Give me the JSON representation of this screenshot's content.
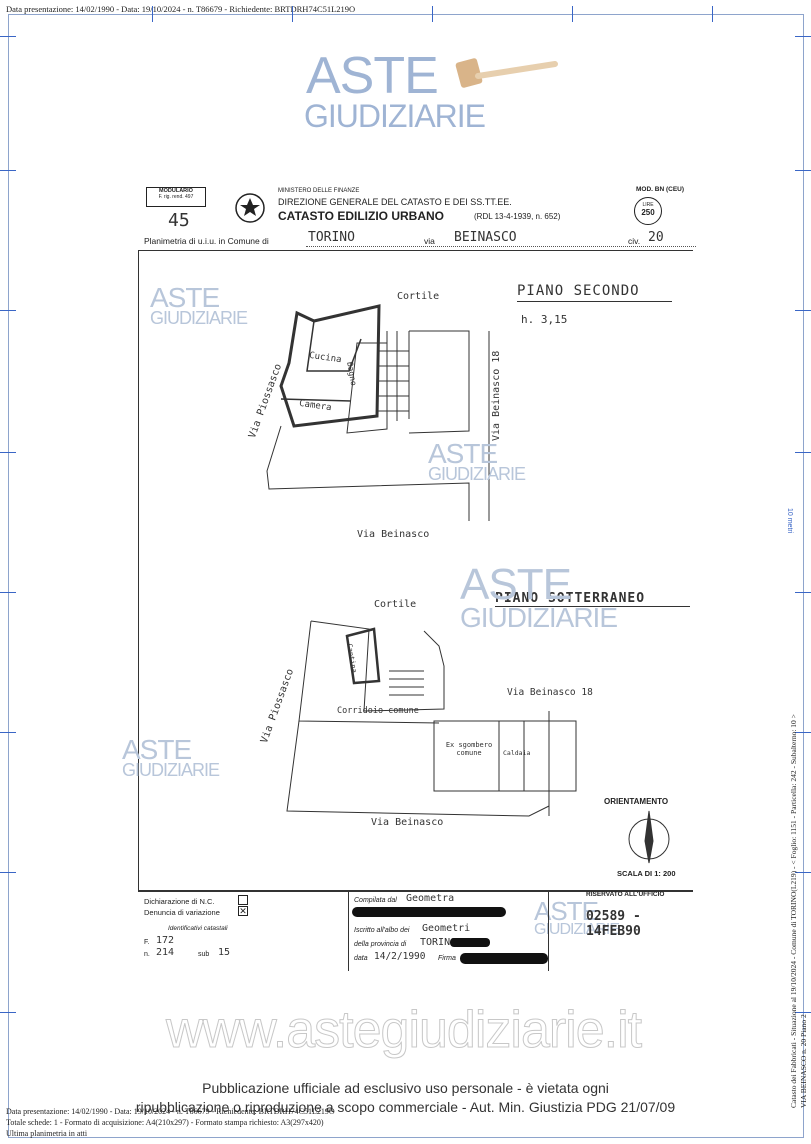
{
  "header": {
    "presentation": "Data presentazione: 14/02/1990 - Data: 19/10/2024 - n. T86679 - Richiedente: BRTDRH74C51L219O"
  },
  "watermark": {
    "line1": "ASTE",
    "line2": "GIUDIZIARIE",
    "site": "www.astegiudiziarie.it"
  },
  "form": {
    "modulario": "MODULARIO",
    "modulario_sub": "F. rig. rend. 497",
    "number": "45",
    "ministry": "MINISTERO DELLE FINANZE",
    "direction": "DIREZIONE GENERALE DEL CATASTO E DEI SS.TT.EE.",
    "title": "CATASTO EDILIZIO URBANO",
    "title_note": "(RDL 13-4-1939, n. 652)",
    "mod": "MOD. BN (CEU)",
    "lire_label": "LIRE",
    "lire_value": "250",
    "planimetria_label": "Planimetria di u.i.u. in Comune di",
    "comune": "TORINO",
    "via_label": "via",
    "via": "BEINASCO",
    "civ_label": "civ.",
    "civ": "20"
  },
  "plan": {
    "floor1": "PIANO SECONDO",
    "height": "h. 3,15",
    "cortile1": "Cortile",
    "cucina": "Cucina",
    "bagno": "Bagno",
    "camera": "Camera",
    "via_piossasco1": "Via Piossasco",
    "via_beinasco18_v": "Via Beinasco 18",
    "via_beinasco1": "Via Beinasco",
    "floor2": "PIANO SOTTERRANEO",
    "cortile2": "Cortile",
    "cantina": "Cantina",
    "corridoio": "Corridoio comune",
    "ex_sgombero": "Ex sgombero comune",
    "caldaia": "Caldaia",
    "via_piossasco2": "Via Piossasco",
    "via_beinasco18_h": "Via Beinasco 18",
    "via_beinasco2": "Via Beinasco",
    "orientamento": "ORIENTAMENTO",
    "scala": "SCALA DI 1: 200"
  },
  "bottom": {
    "dichiarazione": "Dichiarazione di N.C.",
    "denuncia": "Denuncia di variazione",
    "identificativi": "Identificativi catastali",
    "f_label": "F.",
    "f_value": "172",
    "n_label": "n.",
    "n_value": "214",
    "sub_label": "sub",
    "sub_value": "15",
    "compilata_label": "Compilata dal",
    "compilata_value": "Geometra",
    "iscritto_label": "Iscritto all'albo dei",
    "iscritto_value": "Geometri",
    "provincia_label": "della provincia di",
    "provincia_value": "TORINO",
    "data_label": "data",
    "data_value": "14/2/1990",
    "firma_label": "Firma",
    "riservato": "RISERVATO ALL'UFFICIO",
    "stamp": "02589 - 14FEB90"
  },
  "side": {
    "right_scale": "10 metri",
    "right_info": "Catasto dei Fabbricati - Situazione al 19/10/2024 - Comune di TORINO(L219) - < Foglio: 1151 - Particella: 242 - Subalterno: 10 >",
    "right_info2": "VIA BEINASCO n. 20 Piano 2"
  },
  "footer": {
    "line1": "Pubblicazione ufficiale ad esclusivo uso personale - è vietata ogni",
    "line2": "ripubblicazione o riproduzione a scopo commerciale - Aut. Min. Giustizia PDG 21/07/09"
  },
  "meta": {
    "line1": "Data presentazione: 14/02/1990 - Data: 19/10/2024 - n. T86679 - Richiedente: BRTDRH74C51L219O",
    "line2": "Totale schede: 1 - Formato di acquisizione: A4(210x297) - Formato stampa richiesto: A3(297x420)",
    "line3": "Ultima planimetria in atti"
  }
}
